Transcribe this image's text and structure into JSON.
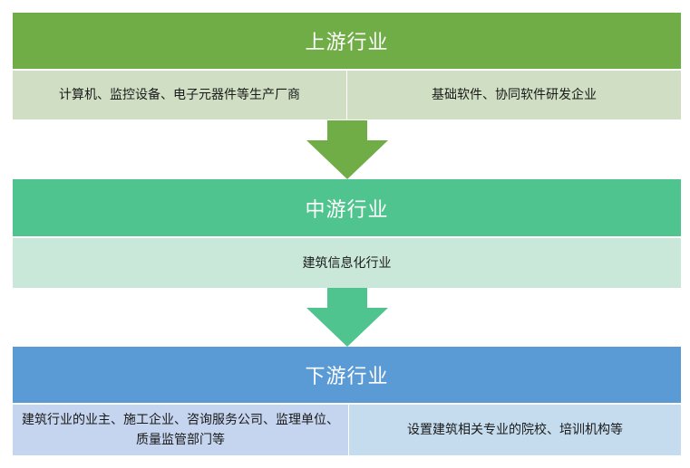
{
  "upstream": {
    "title": "上游行业",
    "items": [
      "计算机、监控设备、电子元器件等生产厂商",
      "基础软件、协同软件研发企业"
    ]
  },
  "midstream": {
    "title": "中游行业",
    "items": [
      "建筑信息化行业"
    ]
  },
  "downstream": {
    "title": "下游行业",
    "items": [
      "建筑行业的业主、施工企业、咨询服务公司、监理单位、质量监管部门等",
      "设置建筑相关专业的院校、培训机构等"
    ]
  },
  "colors": {
    "upstream_header": "#70ad47",
    "upstream_body": "#d0dfc4",
    "midstream_header": "#4fc48e",
    "midstream_body": "#c9e8da",
    "downstream_header": "#5b9bd5",
    "downstream_body_left": "#c6d5ef",
    "downstream_body_right": "#c5dcee",
    "arrow_1": "#70ad47",
    "arrow_2": "#4fc48e"
  }
}
